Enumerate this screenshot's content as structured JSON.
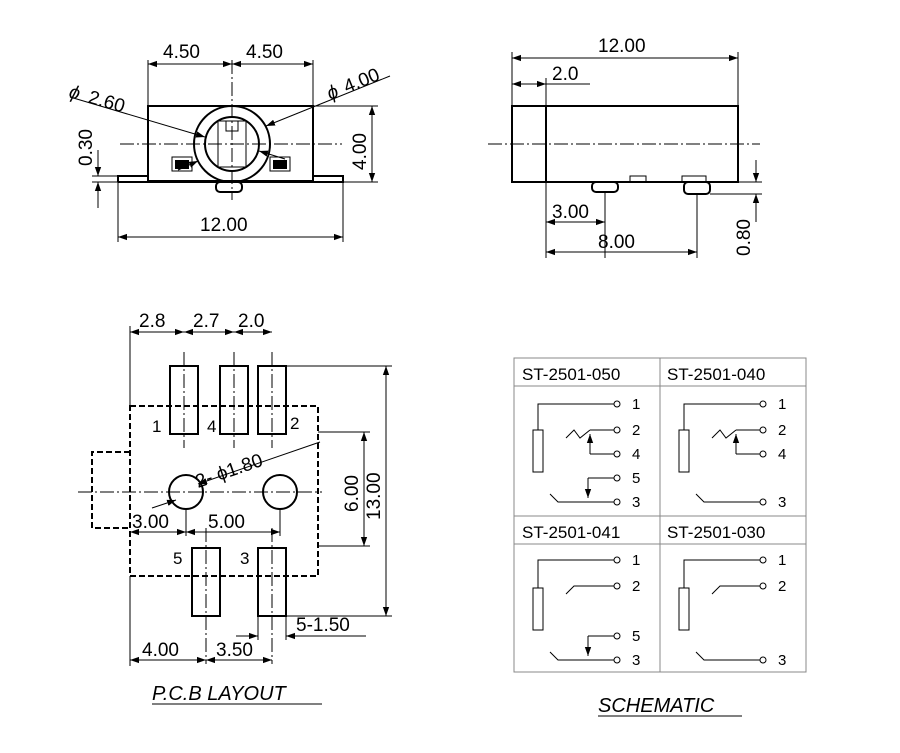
{
  "top_view": {
    "dim_half_left": "4.50",
    "dim_half_right": "4.50",
    "dim_phi_small": "2.60",
    "dim_phi_large": "4.00",
    "dim_height_left": "0.30",
    "dim_height_right": "4.00",
    "dim_width": "12.00",
    "phi_symbol": "ϕ"
  },
  "side_view": {
    "dim_length": "12.00",
    "dim_step": "2.0",
    "dim_pin_offset": "3.00",
    "dim_pin_span": "8.00",
    "dim_pin_height": "0.80"
  },
  "pcb": {
    "dim_a": "2.8",
    "dim_b": "2.7",
    "dim_c": "2.0",
    "dim_hole": "2- ϕ1.80",
    "dim_height_inner": "6.00",
    "dim_height_outer": "13.00",
    "dim_x1": "3.00",
    "dim_x2": "5.00",
    "dim_pad": "5-1.50",
    "dim_b1": "4.00",
    "dim_b2": "3.50",
    "pins": [
      "1",
      "4",
      "2",
      "5",
      "3"
    ],
    "caption": "P.C.B LAYOUT"
  },
  "schematic": {
    "models": [
      "ST-2501-050",
      "ST-2501-040",
      "ST-2501-041",
      "ST-2501-030"
    ],
    "pins_050": [
      "1",
      "2",
      "4",
      "5",
      "3"
    ],
    "pins_040": [
      "1",
      "2",
      "4",
      "3"
    ],
    "pins_041": [
      "1",
      "2",
      "5",
      "3"
    ],
    "pins_030": [
      "1",
      "2",
      "3"
    ],
    "caption": "SCHEMATIC"
  }
}
